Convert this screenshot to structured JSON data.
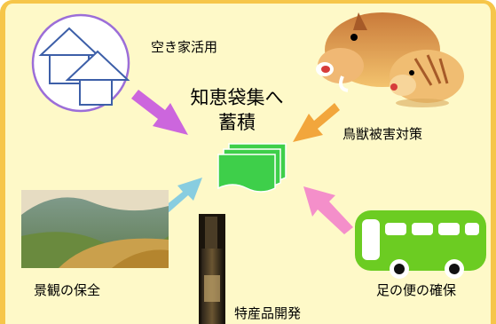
{
  "center": {
    "line1": "知恵袋集へ",
    "line2": "蓄積"
  },
  "items": {
    "vacant_house": "空き家活用",
    "wildlife": "鳥獣被害対策",
    "landscape": "景観の保全",
    "specialty": "特産品開発",
    "transport": "足の便の確保"
  },
  "colors": {
    "background": "#fef9c8",
    "frame": "#f6c64a",
    "arrow_vacant": "#cc66dd",
    "arrow_wildlife": "#f2a63c",
    "arrow_landscape": "#88cde0",
    "arrow_transport": "#f48fca",
    "documents": "#3ecf4a",
    "bus": "#6ccc22",
    "house_circle": "#9c6ed8"
  }
}
